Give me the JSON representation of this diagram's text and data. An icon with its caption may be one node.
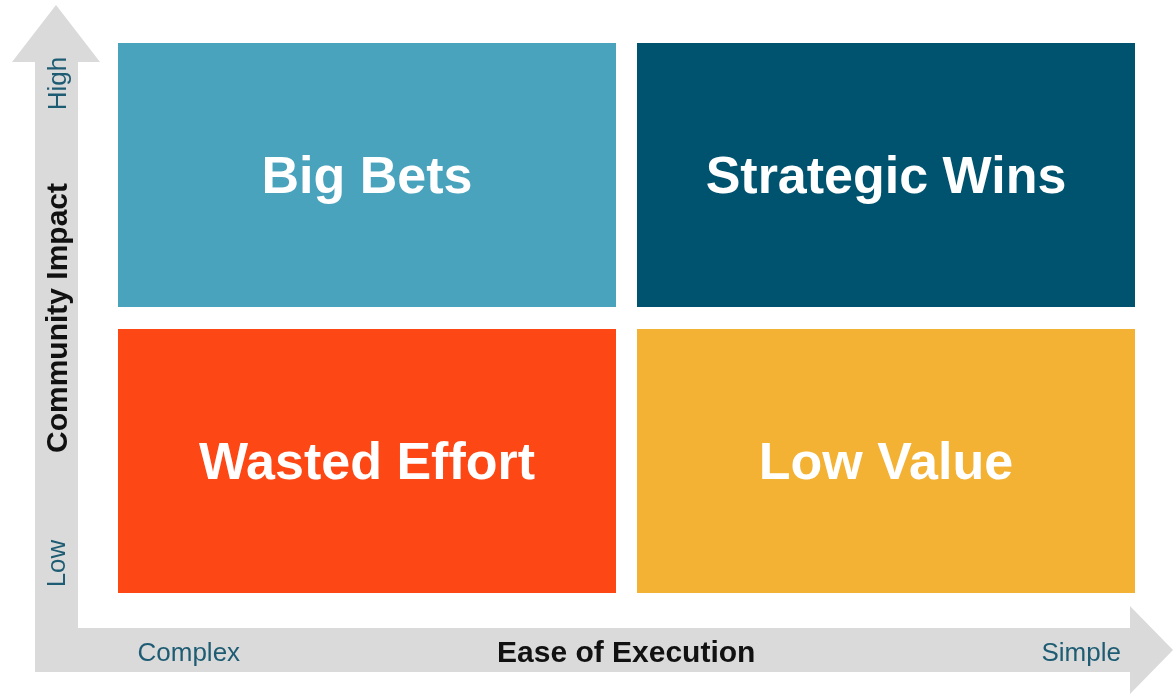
{
  "diagram": {
    "nodes": [
      {
        "text": [
          "Big Bets"
        ]
      },
      {
        "text": [
          "Strategic Wins"
        ]
      },
      {
        "text": [
          "Wasted Effort"
        ]
      },
      {
        "text": [
          "Low Value"
        ]
      }
    ],
    "labels": [
      "High",
      "Community Impact",
      "Low",
      "Complex",
      "Ease of Execution",
      "Simple"
    ]
  }
}
